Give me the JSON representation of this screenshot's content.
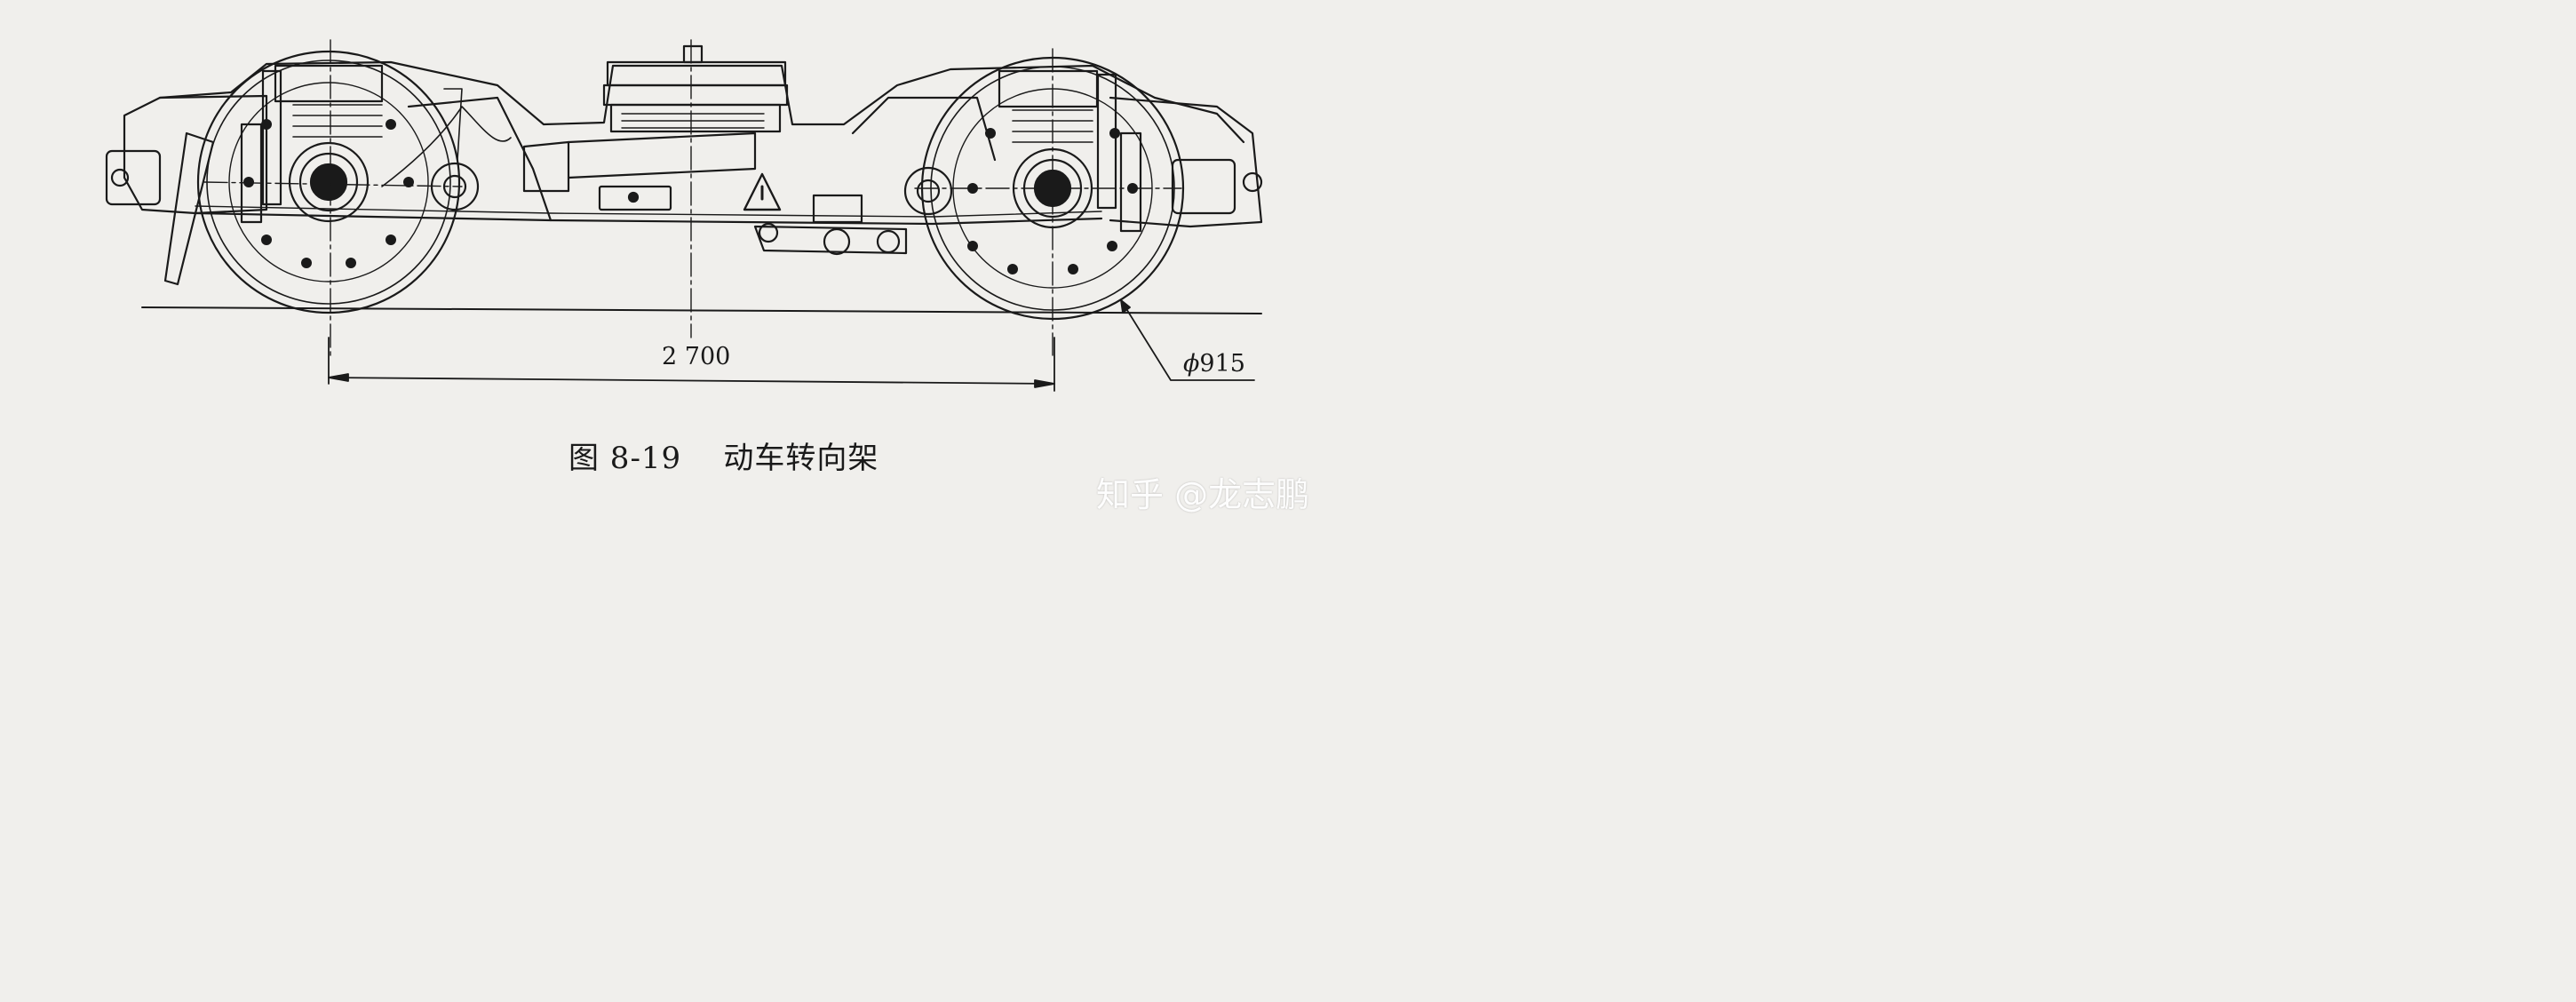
{
  "figure": {
    "wheelbase_dimension": "2 700",
    "wheel_diameter_symbol": "ϕ",
    "wheel_diameter_value": "915",
    "caption": "图 8-19    动车转向架"
  },
  "watermark": "知乎 @龙志鹏",
  "colors": {
    "paper": "#f0efec",
    "ink": "#1a1a1a"
  }
}
